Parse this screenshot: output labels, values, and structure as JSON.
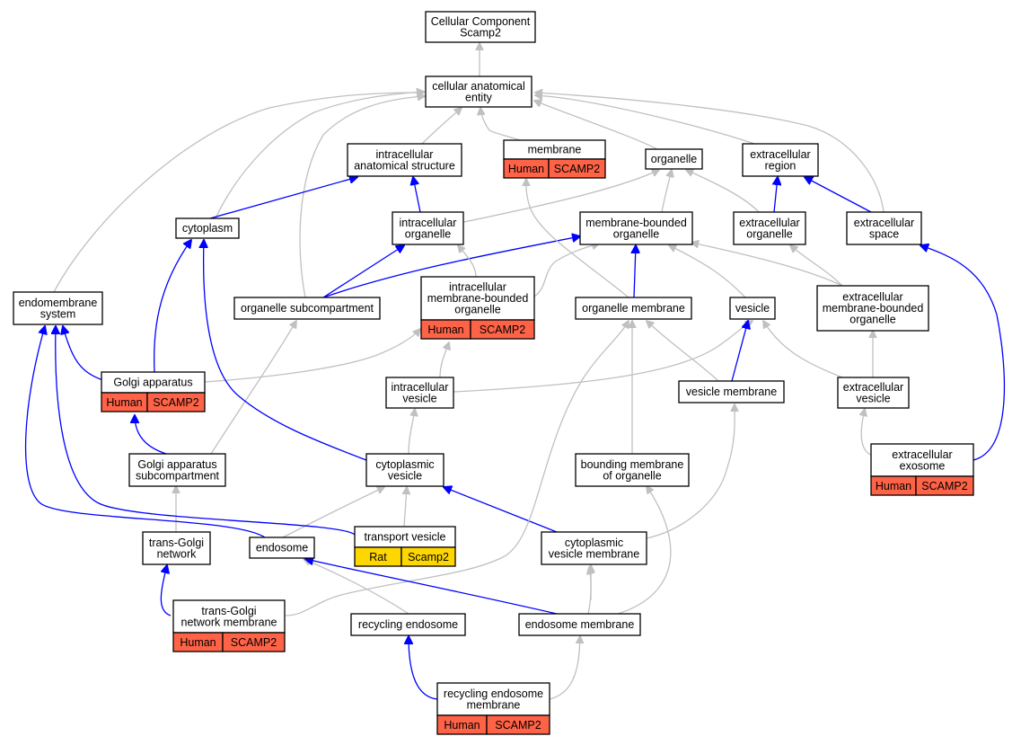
{
  "nodes": {
    "root": [
      "Cellular Component",
      "Scamp2"
    ],
    "cae": [
      "cellular anatomical",
      "entity"
    ],
    "ias": [
      "intracellular",
      "anatomical structure"
    ],
    "membrane": [
      "membrane"
    ],
    "organelle": [
      "organelle"
    ],
    "ecregion": [
      "extracellular",
      "region"
    ],
    "cytoplasm": [
      "cytoplasm"
    ],
    "icorg": [
      "intracellular",
      "organelle"
    ],
    "mbo": [
      "membrane-bounded",
      "organelle"
    ],
    "ecorg": [
      "extracellular",
      "organelle"
    ],
    "ecspace": [
      "extracellular",
      "space"
    ],
    "endomem": [
      "endomembrane",
      "system"
    ],
    "orgsub": [
      "organelle subcompartment"
    ],
    "imbo": [
      "intracellular",
      "membrane-bounded",
      "organelle"
    ],
    "orgmem": [
      "organelle membrane"
    ],
    "vesicle": [
      "vesicle"
    ],
    "embo": [
      "extracellular",
      "membrane-bounded",
      "organelle"
    ],
    "golgi": [
      "Golgi apparatus"
    ],
    "icves": [
      "intracellular",
      "vesicle"
    ],
    "vesmem": [
      "vesicle membrane"
    ],
    "ecves": [
      "extracellular",
      "vesicle"
    ],
    "golgisub": [
      "Golgi apparatus",
      "subcompartment"
    ],
    "cytoves": [
      "cytoplasmic",
      "vesicle"
    ],
    "bmo": [
      "bounding membrane",
      "of organelle"
    ],
    "exosome": [
      "extracellular",
      "exosome"
    ],
    "tgn": [
      "trans-Golgi",
      "network"
    ],
    "endosome": [
      "endosome"
    ],
    "transves": [
      "transport vesicle"
    ],
    "cvm": [
      "cytoplasmic",
      "vesicle membrane"
    ],
    "tgnmem": [
      "trans-Golgi",
      "network membrane"
    ],
    "recend": [
      "recycling endosome"
    ],
    "endomemb": [
      "endosome membrane"
    ],
    "recendmem": [
      "recycling endosome",
      "membrane"
    ]
  },
  "annotations": {
    "membrane": [
      "Human",
      "SCAMP2"
    ],
    "imbo": [
      "Human",
      "SCAMP2"
    ],
    "golgi": [
      "Human",
      "SCAMP2"
    ],
    "exosome": [
      "Human",
      "SCAMP2"
    ],
    "transves": [
      "Rat",
      "Scamp2"
    ],
    "tgnmem": [
      "Human",
      "SCAMP2"
    ],
    "recendmem": [
      "Human",
      "SCAMP2"
    ]
  },
  "colors": {
    "human_annotation": "#ff6347",
    "rat_annotation": "#ffd700",
    "is_a_edge": "#c0c0c0",
    "part_of_edge": "#0000ff"
  }
}
